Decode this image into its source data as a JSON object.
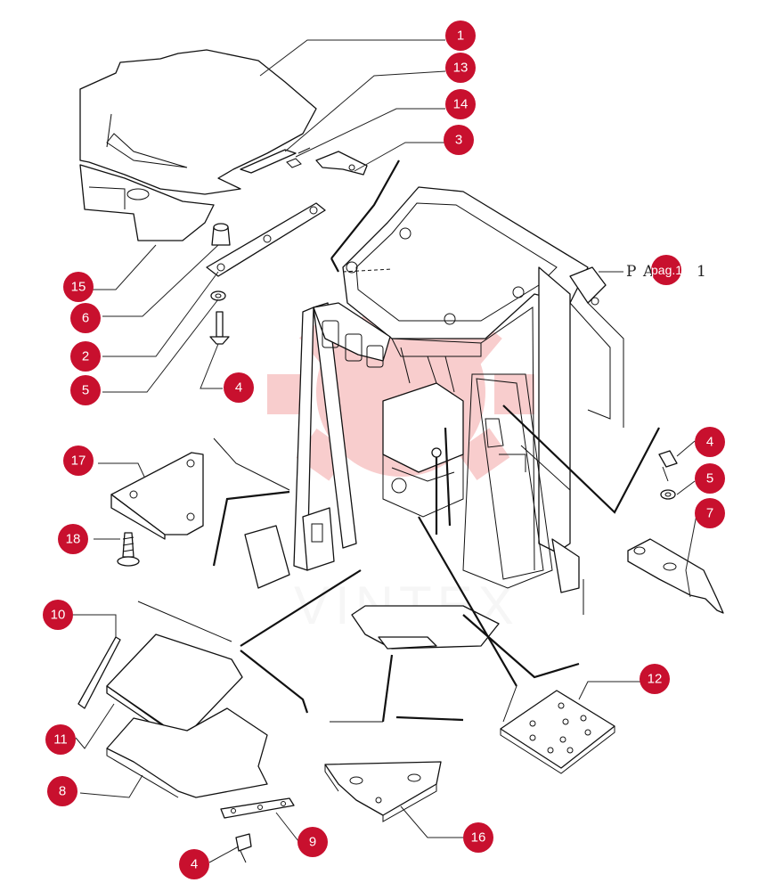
{
  "diagram": {
    "callouts": [
      {
        "label": "1",
        "color": "#c8102e"
      },
      {
        "label": "13",
        "color": "#c8102e"
      },
      {
        "label": "14",
        "color": "#c8102e"
      },
      {
        "label": "3",
        "color": "#c8102e"
      },
      {
        "label": "15",
        "color": "#c8102e"
      },
      {
        "label": "6",
        "color": "#c8102e"
      },
      {
        "label": "2",
        "color": "#c8102e"
      },
      {
        "label": "5",
        "color": "#c8102e"
      },
      {
        "label": "4",
        "color": "#c8102e"
      },
      {
        "label": "17",
        "color": "#c8102e"
      },
      {
        "label": "18",
        "color": "#c8102e"
      },
      {
        "label": "4",
        "color": "#c8102e"
      },
      {
        "label": "5",
        "color": "#c8102e"
      },
      {
        "label": "7",
        "color": "#c8102e"
      },
      {
        "label": "10",
        "color": "#c8102e"
      },
      {
        "label": "11",
        "color": "#c8102e"
      },
      {
        "label": "12",
        "color": "#c8102e"
      },
      {
        "label": "8",
        "color": "#c8102e"
      },
      {
        "label": "16",
        "color": "#c8102e"
      },
      {
        "label": "9",
        "color": "#c8102e"
      },
      {
        "label": "4",
        "color": "#c8102e"
      }
    ],
    "page_reference": {
      "prefix": "P",
      "letter": "A",
      "badge_text": "pag.1",
      "suffix": "1"
    },
    "watermark": {
      "text": "VINTEX",
      "color": "#e02020"
    }
  }
}
